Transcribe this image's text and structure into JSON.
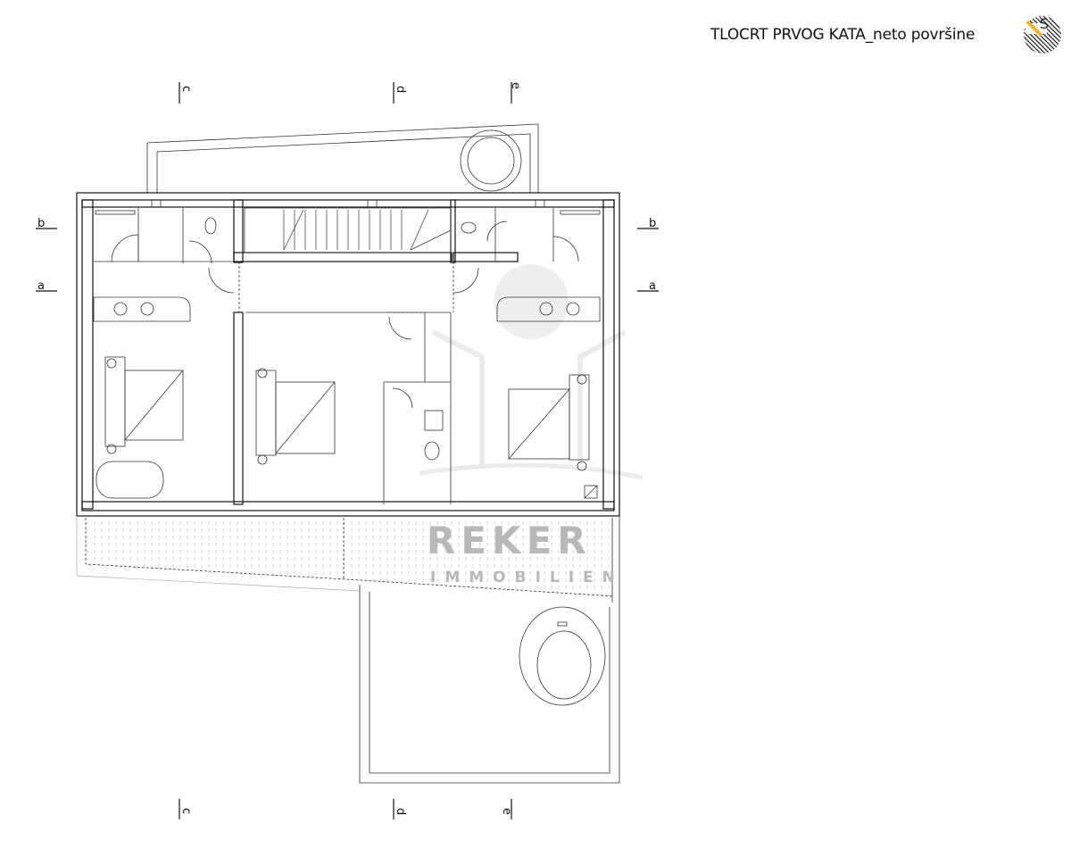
{
  "header": {
    "title": "TLOCRT PRVOG KATA_neto površine"
  },
  "logo": {
    "name": "studio-logo",
    "accent_color": "#f0b323",
    "letter": "S"
  },
  "watermark": {
    "brand": "REKER",
    "subtitle": "IMMOBILIEN"
  },
  "section_markers": {
    "vertical": [
      "c",
      "d",
      "e"
    ],
    "horizontal": [
      "b",
      "a"
    ]
  }
}
